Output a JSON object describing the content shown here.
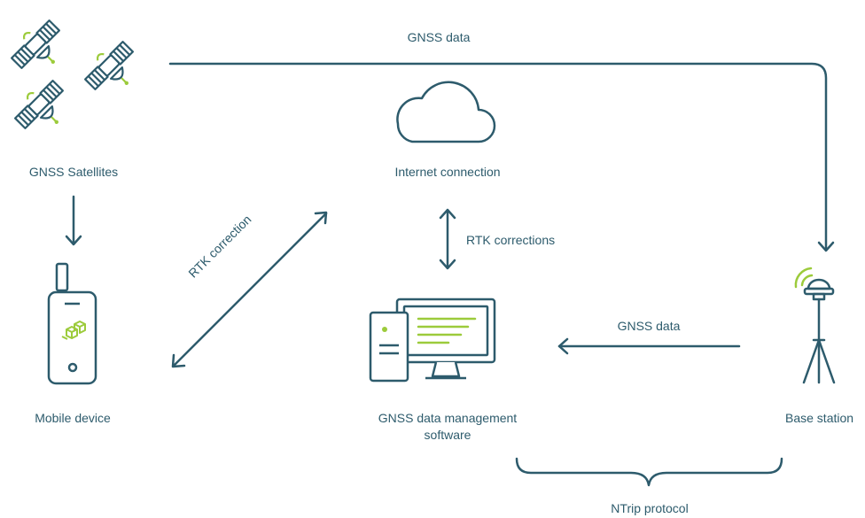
{
  "colors": {
    "primary": "#2d5b6c",
    "accent": "#9ccb3b",
    "background": "#ffffff"
  },
  "labels": {
    "gnss_data_top": "GNSS data",
    "gnss_satellites": "GNSS Satellites",
    "internet_connection": "Internet connection",
    "rtk_corrections": "RTK corrections",
    "rtk_correction": "RTK correction",
    "mobile_device": "Mobile device",
    "gnss_data_software_line1": "GNSS data management",
    "gnss_data_software_line2": "software",
    "gnss_data_bottom": "GNSS data",
    "base_station": "Base station",
    "ntrip_protocol": "NTrip protocol"
  },
  "icons": [
    "satellite-icon",
    "cloud-icon",
    "smartphone-icon",
    "computer-icon",
    "base-station-icon"
  ]
}
